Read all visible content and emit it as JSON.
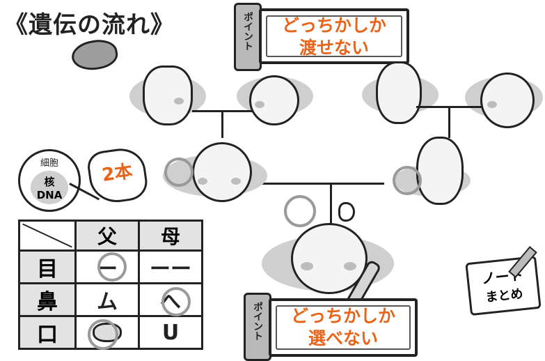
{
  "title": "《遺伝の流れ》",
  "banner_top": {
    "line1": "どっちかしか",
    "line2": "渡せない",
    "rod_label": "ポイント"
  },
  "banner_bottom": {
    "line1": "どっちかしか",
    "line2": "選べない",
    "rod_label": "ポイント"
  },
  "cell": {
    "label": "細胞",
    "nucleus": "核",
    "dna": "DNA"
  },
  "burst": "2本",
  "table": {
    "headers": [
      "",
      "父",
      "母"
    ],
    "rows": [
      {
        "trait": "目",
        "father": "ー",
        "mother": "ーー"
      },
      {
        "trait": "鼻",
        "father": "ム",
        "mother": "へ"
      },
      {
        "trait": "口",
        "father": "",
        "mother": "U"
      }
    ]
  },
  "note": {
    "line1": "ノート",
    "line2": "まとめ"
  },
  "colors": {
    "accent": "#e8641b",
    "ink": "#222222",
    "shade": "#bdbdbd"
  }
}
